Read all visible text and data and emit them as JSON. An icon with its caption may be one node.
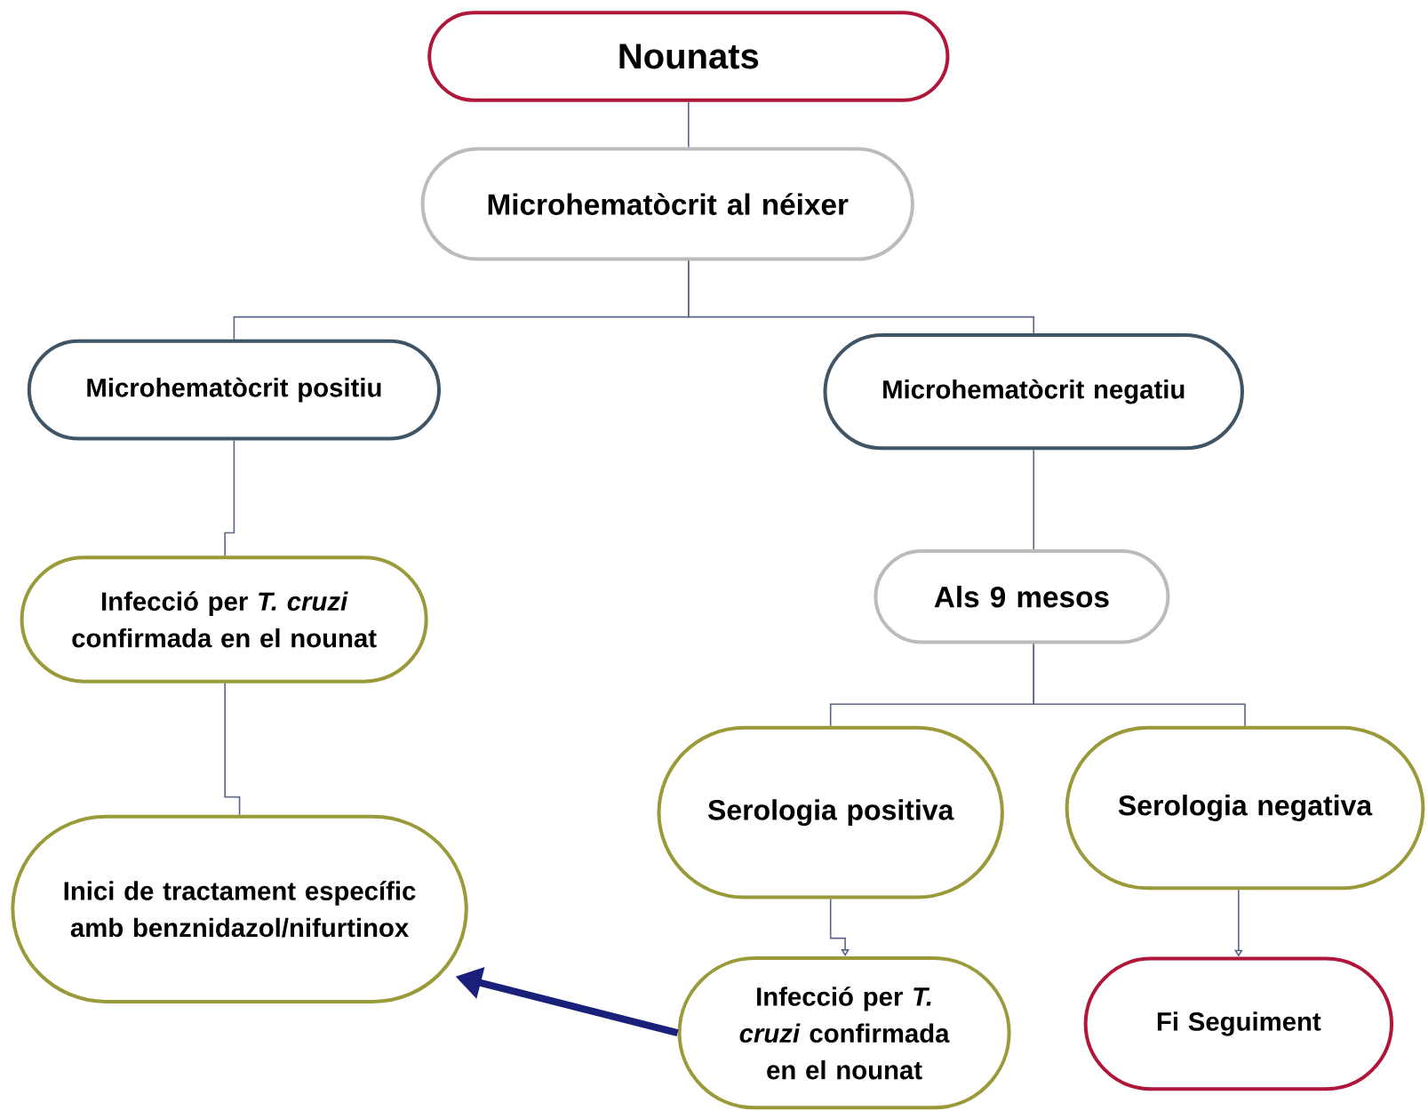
{
  "diagram": {
    "nodes": [
      {
        "text": [
          "Nounats"
        ]
      },
      {
        "text": [
          "Microhematòcrit al néixer"
        ]
      },
      {
        "text": [
          "Microhematòcrit positiu"
        ]
      },
      {
        "text": [
          "Microhematòcrit negatiu"
        ]
      },
      {
        "text": [
          "Infecció per *T. cruzi* confirmada en el nounat"
        ]
      },
      {
        "text": [
          "Als 9 mesos"
        ]
      },
      {
        "text": [
          "Inici de tractament específic amb benznidazol/nifurtinox"
        ]
      },
      {
        "text": [
          "Serologia positiva"
        ]
      },
      {
        "text": [
          "Serologia negativa"
        ]
      },
      {
        "text": [
          "Infecció per *T. cruzi* confirmada en el nounat"
        ]
      },
      {
        "text": [
          "Fi Seguiment"
        ]
      }
    ],
    "edges": [
      {
        "from": 0,
        "to": 1,
        "arrow": "none"
      },
      {
        "from": 1,
        "to": 2,
        "arrow": "none"
      },
      {
        "from": 1,
        "to": 3,
        "arrow": "none"
      },
      {
        "from": 2,
        "to": 4,
        "arrow": "none"
      },
      {
        "from": 4,
        "to": 6,
        "arrow": "none"
      },
      {
        "from": 3,
        "to": 5,
        "arrow": "none"
      },
      {
        "from": 5,
        "to": 7,
        "arrow": "none"
      },
      {
        "from": 5,
        "to": 8,
        "arrow": "none"
      },
      {
        "from": 7,
        "to": 9,
        "arrow": "to"
      },
      {
        "from": 8,
        "to": 10,
        "arrow": "to"
      },
      {
        "from": 9,
        "to": 6,
        "arrow": "to",
        "style": "thick",
        "color": "#1a1f7a"
      }
    ]
  }
}
